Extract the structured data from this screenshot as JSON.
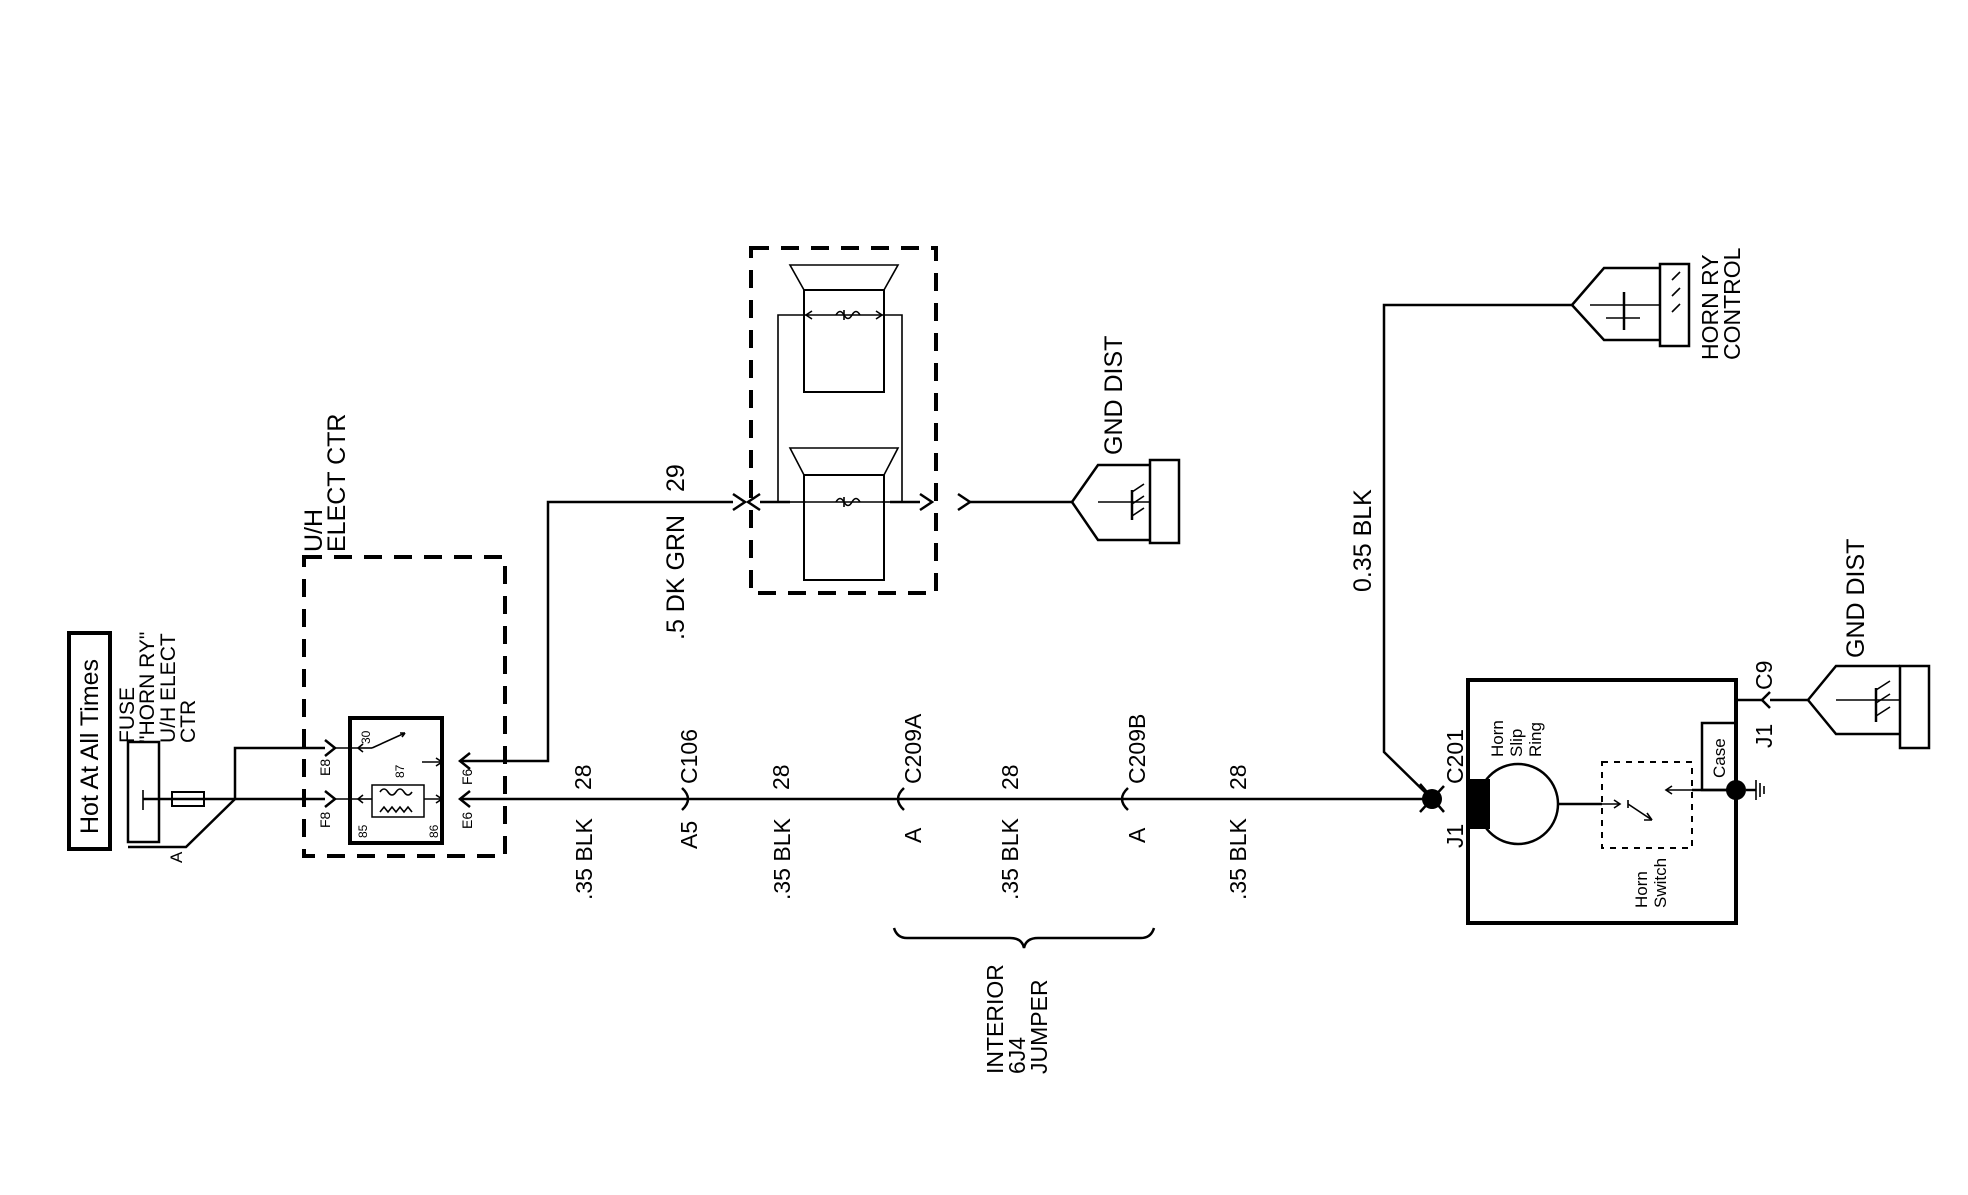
{
  "power": {
    "hot_label": "Hot At All Times",
    "fuse_line1": "FUSE",
    "fuse_line2": "\"HORN RY\"",
    "fuse_line3": "U/H ELECT",
    "fuse_line4": "CTR",
    "fuse_pin": "A"
  },
  "relay_center": {
    "label_line1": "U/H",
    "label_line2": "ELECT CTR",
    "pin_e8": "E8",
    "pin_f8": "F8",
    "pin_f6": "F6",
    "pin_e6": "E6",
    "term_30": "30",
    "term_87": "87",
    "term_85": "85",
    "term_86": "86"
  },
  "horn_feed": {
    "wire": ".5 DK GRN",
    "circuit": "29"
  },
  "ground_horns": {
    "label": "GND DIST"
  },
  "control_circuit": {
    "segments": [
      {
        "wire": ".35 BLK",
        "circuit": "28"
      },
      {
        "wire": ".35 BLK",
        "circuit": "28"
      },
      {
        "wire": ".35 BLK",
        "circuit": "28"
      },
      {
        "wire": ".35 BLK",
        "circuit": "28"
      }
    ],
    "connectors": [
      {
        "name": "C106",
        "pin": "A5"
      },
      {
        "name": "C209A",
        "pin": "A"
      },
      {
        "name": "C209B",
        "pin": "A"
      }
    ],
    "c201_name": "C201",
    "c201_pin": "J1"
  },
  "jumper": {
    "line1": "INTERIOR",
    "line2": "6J4",
    "line3": "JUMPER"
  },
  "horn_ry_control": {
    "wire": "0.35 BLK",
    "line1": "HORN RY",
    "line2": "CONTROL"
  },
  "steering_wheel": {
    "slip_line1": "Horn",
    "slip_line2": "Slip",
    "slip_line3": "Ring",
    "switch_line1": "Horn",
    "switch_line2": "Switch",
    "case": "Case",
    "c9_name": "C9",
    "c9_pin": "J1"
  },
  "ground_switch": {
    "label": "GND DIST"
  }
}
